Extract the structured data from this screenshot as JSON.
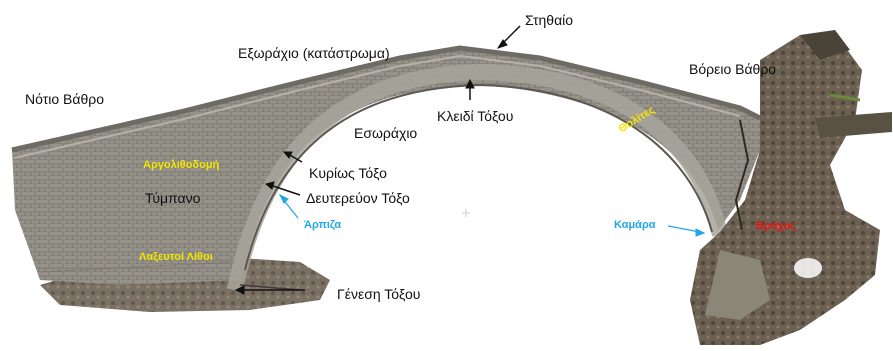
{
  "diagram": {
    "labels": {
      "crown": "Στηθαίο",
      "deck": "Εξωράχιο (κατάστρωμα)",
      "north_abutment": "Βόρειο Βάθρο",
      "south_abutment": "Νότιο Βάθρο",
      "keystone": "Κλειδί Τόξου",
      "intrados": "Εσωράχιο",
      "rubble_masonry": "Αργολιθοδομή",
      "voussoirs": "Θολίτες",
      "main_arch": "Κυρίως Τόξο",
      "secondary_arch": "Δευτερεύον Τόξο",
      "spandrel": "Τύμπανο",
      "springing": "Άρπιζα",
      "vault": "Καμάρα",
      "rock": "Βράχος",
      "dressed_stones": "Λαξευτοί Λίθοι",
      "arch_genesis": "Γένεση Τόξου"
    },
    "colors": {
      "structural_label": "#111111",
      "material_label": "#f2e600",
      "geometry_label": "#22a6e6",
      "rock_label": "#e8140f",
      "masonry": "#8f8c85",
      "rock_face": "#5e5547"
    }
  }
}
